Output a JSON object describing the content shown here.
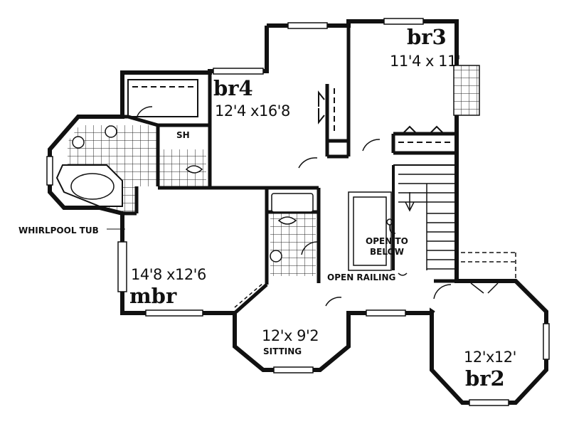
{
  "rooms": {
    "br4": {
      "name": "br4",
      "dims": "12'4 x16'8"
    },
    "br3": {
      "name": "br3",
      "dims": "11'4 x 11'"
    },
    "mbr": {
      "name": "mbr",
      "dims": "14'8 x12'6"
    },
    "br2": {
      "name": "br2",
      "dims": "12'x12'"
    },
    "sitting": {
      "name": "SITTING",
      "dims": "12'x 9'2"
    }
  },
  "fixtures": {
    "shower": "SH"
  },
  "annotations": {
    "whirlpool_tub": "WHIRLPOOL TUB",
    "open_to_below_line1": "OPEN TO",
    "open_to_below_line2": "BELOW",
    "open_railing": "OPEN RAILING"
  },
  "colors": {
    "ink": "#111111",
    "paper": "#ffffff"
  }
}
